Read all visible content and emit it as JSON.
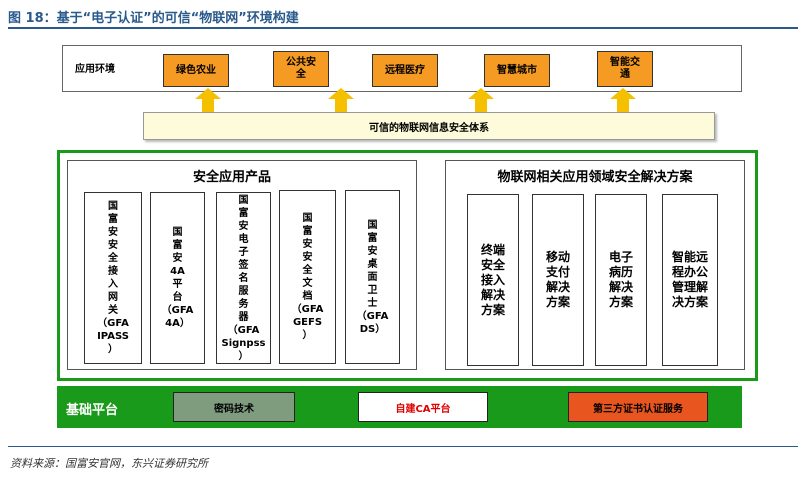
{
  "figure": {
    "title": "图 18：基于“电子认证”的可信“物联网”环境构建",
    "source": "资料来源：国富安官网，东兴证券研究所"
  },
  "app_env": {
    "label": "应用环境",
    "items": [
      "绿色农业",
      "公共安\n全",
      "远程医疗",
      "智慧城市",
      "智能交\n通"
    ]
  },
  "trust_bar": "可信的物联网信息安全体系",
  "security_products": {
    "title": "安全应用产品",
    "items": [
      "国\n富\n安\n安\n全\n接\n入\n网\n关\n（GFA\nIPASS\n）",
      "国\n富\n安\n4A\n平\n台\n（GFA\n4A）",
      "国\n富\n安\n电\n子\n签\n名\n服\n务\n器\n（GFA\nSignpss\n）",
      "国\n富\n安\n安\n全\n文\n档\n（GFA\nGEFS\n）",
      "国\n富\n安\n桌\n面\n卫\n士\n（GFA\nDS）"
    ]
  },
  "iot_solutions": {
    "title": "物联网相关应用领域安全解决方案",
    "items": [
      "终端\n安全\n接入\n解决\n方案",
      "移动\n支付\n解决\n方案",
      "电子\n病历\n解决\n方案",
      "智能远\n程办公\n管理解\n决方案"
    ]
  },
  "base_platform": {
    "label": "基础平台",
    "items": [
      {
        "label": "密码技术",
        "bg": "#7f9c7f",
        "color": "#000000"
      },
      {
        "label": "自建CA平台",
        "bg": "#ffffff",
        "color": "#e00000"
      },
      {
        "label": "第三方证书认证服务",
        "bg": "#e8551e",
        "color": "#000000"
      }
    ]
  },
  "colors": {
    "title_blue": "#2a5a8c",
    "app_orange": "#f59a23",
    "arrow_yellow": "#f5c000",
    "frame_green": "#1a9a1a"
  }
}
